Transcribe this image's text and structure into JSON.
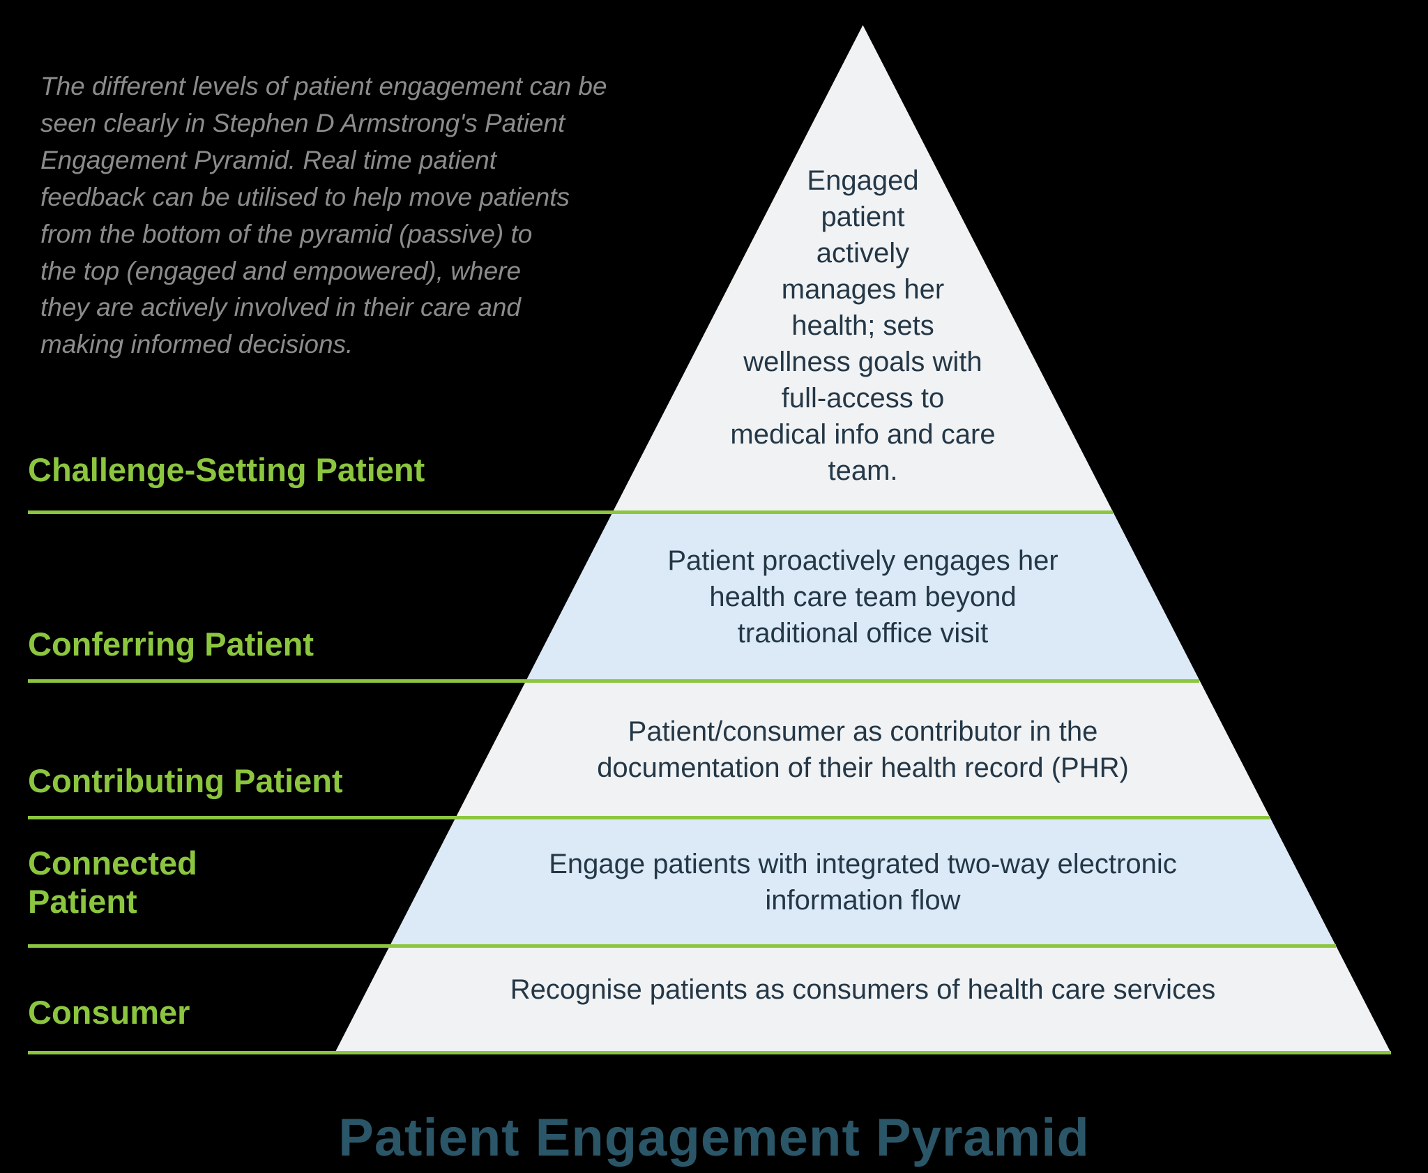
{
  "page": {
    "background_color": "#000000",
    "title": "Patient Engagement Pyramid",
    "title_color": "#2A5668"
  },
  "intro": {
    "text": "The different levels of patient engagement can be\nseen clearly in Stephen D Armstrong's Patient\nEngagement Pyramid.  Real time patient\nfeedback can be utilised to help move patients\nfrom the bottom of the pyramid (passive) to\nthe top (engaged and empowered), where\nthey are actively involved in their care and\nmaking informed decisions.",
    "color": "#8C8C8C"
  },
  "pyramid": {
    "label_color": "#8CC63F",
    "line_color": "#8CC63F",
    "text_color": "#243746",
    "levels": [
      {
        "label": "Challenge-Setting Patient",
        "description": "Engaged\npatient\nactively\nmanages her\nhealth; sets\nwellness goals with\nfull-access to\nmedical info and care\nteam.",
        "fill": "#F0F2F4"
      },
      {
        "label": "Conferring Patient",
        "description": "Patient proactively engages her\nhealth care team beyond\ntraditional office visit",
        "fill": "#DBEAF6"
      },
      {
        "label": "Contributing Patient",
        "description": "Patient/consumer as contributor in the\ndocumentation of their health record (PHR)",
        "fill": "#F0F2F4"
      },
      {
        "label": "Connected\nPatient",
        "description": "Engage patients with integrated two-way electronic\ninformation flow",
        "fill": "#DBEAF6"
      },
      {
        "label": "Consumer",
        "description": "Recognise patients as consumers of health care services",
        "fill": "#F0F2F4"
      }
    ]
  }
}
